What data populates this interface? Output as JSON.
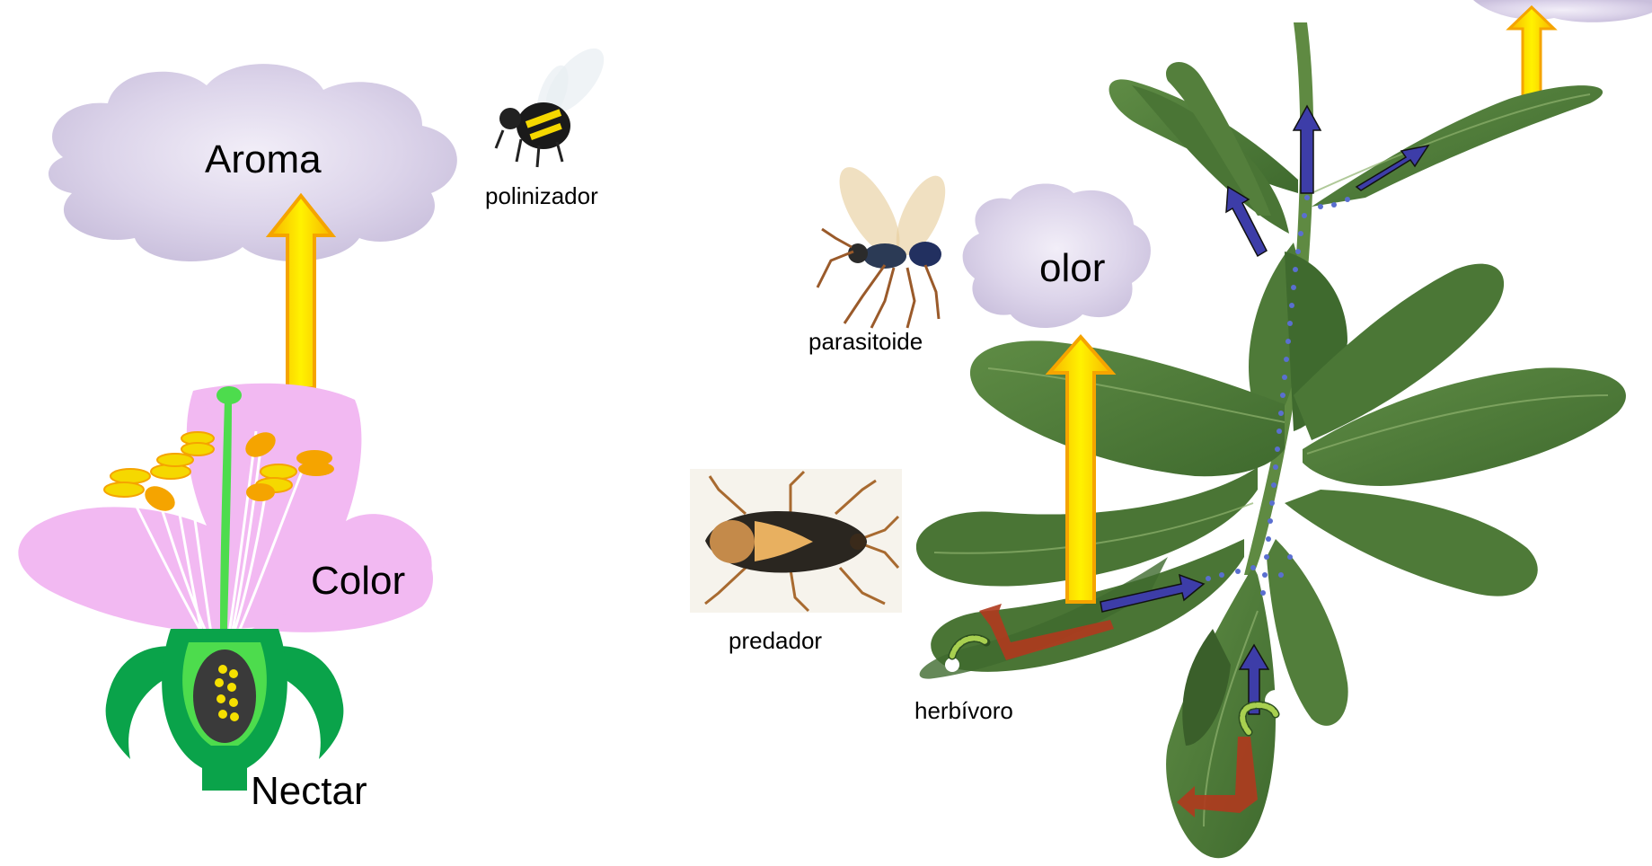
{
  "left_panel": {
    "cloud_label": "Aroma",
    "pollinator_label": "polinizador",
    "color_label": "Color",
    "nectar_label": "Nectar"
  },
  "right_panel": {
    "cloud_label": "olor",
    "parasitoid_label": "parasitoide",
    "predator_label": "predador",
    "herbivore_label": "herbívoro"
  },
  "colors": {
    "cloud": "#d8d0e6",
    "petal": "#f0b8f0",
    "sepal": "#0aa34a",
    "pistil": "#4ddc4d",
    "anther": "#f5d800",
    "anther_orange": "#f5a400",
    "ovary_dark": "#3a3a3a",
    "yellow_arrow": "#f5e000",
    "yellow_arrow_edge": "#f5a400",
    "signal_arrow": "#3d3da8",
    "damage_arrow": "#b03a1e",
    "leaf": "#4f7a3a",
    "leaf_dark": "#3a5f2a",
    "stem": "#5f8a42",
    "dots": "#5a6fd0"
  }
}
